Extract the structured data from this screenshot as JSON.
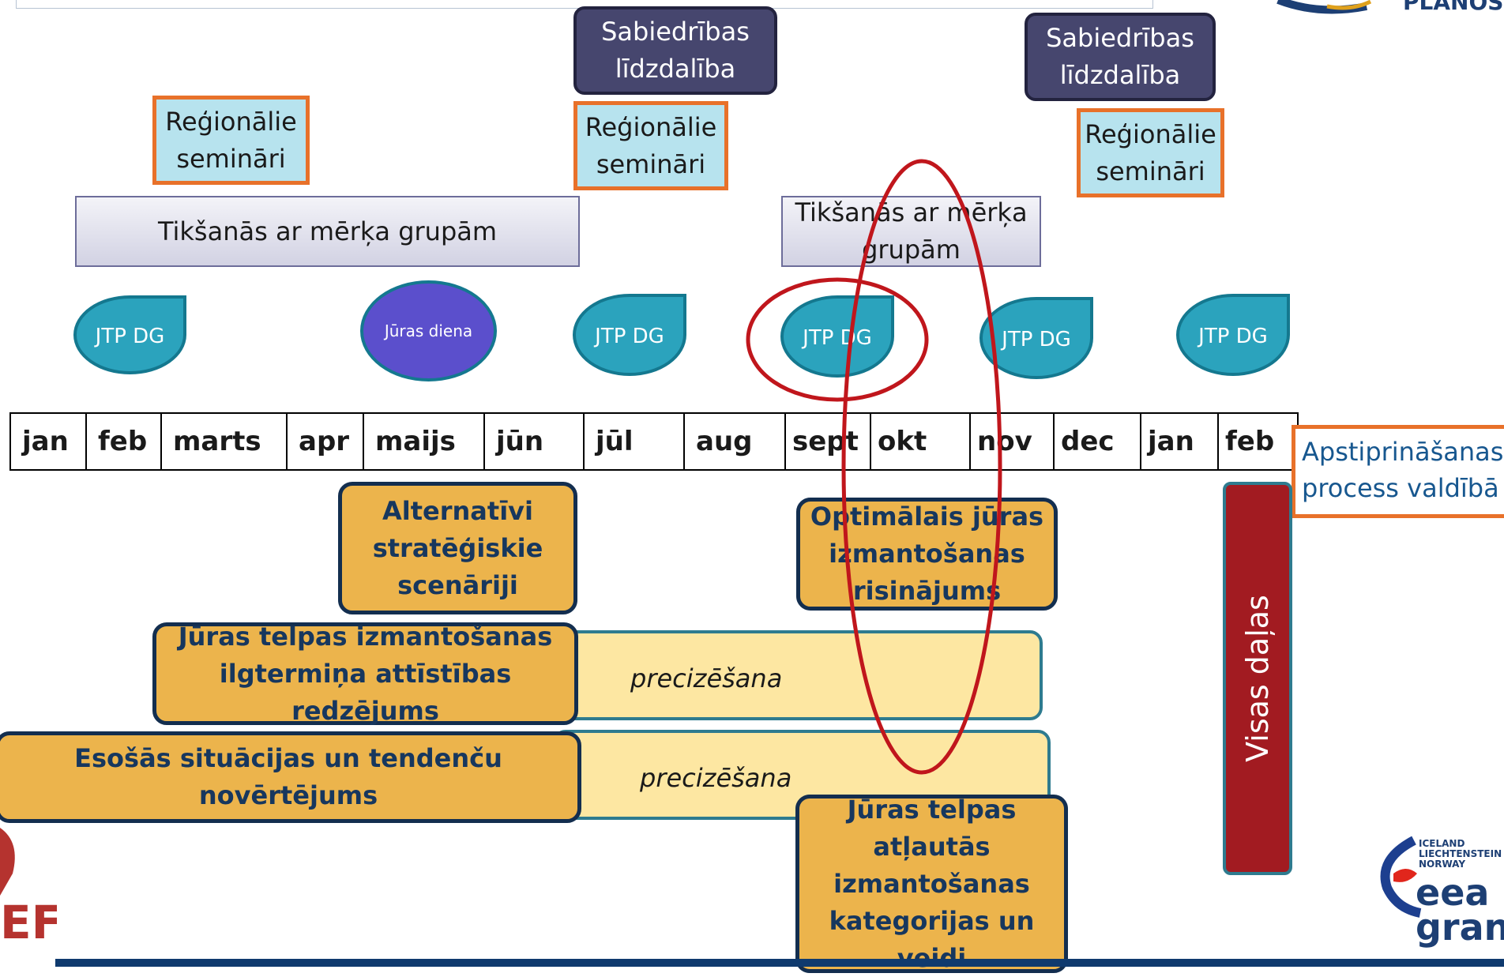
{
  "top": {
    "sabiedriba_1": "Sabiedrības līdzdalība",
    "sabiedriba_2": "Sabiedrības līdzdalība",
    "regionalie_1": "Reģionālie semināri",
    "regionalie_2": "Reģionālie semināri",
    "regionalie_3": "Reģionālie semināri",
    "tiksanas_1": "Tikšanās ar mērķa grupām",
    "tiksanas_2": "Tikšanās ar mērķa grupām",
    "corner_logo_text": "PLĀNOŠ"
  },
  "drops": [
    "JTP DG",
    "JTP DG",
    "JTP DG",
    "JTP DG",
    "JTP DG"
  ],
  "juras_diena": "Jūras diena",
  "months": [
    "jan",
    "feb",
    "marts",
    "apr",
    "maijs",
    "jūn",
    "jūl",
    "aug",
    "sept",
    "okt",
    "nov",
    "dec",
    "jan",
    "feb"
  ],
  "approval": "Apstiprināšanas process valdībā",
  "tasks": {
    "alternativi": "Alternatīvi stratēģiskie scenāriji",
    "optimalais": "Optimālais jūras izmantošanas risinājums",
    "juras_telpas_redzejums": "Jūras telpas izmantošanas ilgtermiņa attīstības redzējums",
    "precizesana_1": "precizēšana",
    "esosas": "Esošās situācijas un tendenču novērtējums",
    "precizesana_2": "precizēšana",
    "atlautas": "Jūras telpas atļautās izmantošanas kategorijas un veidi"
  },
  "visas_dalas": "Visas daļas",
  "logos": {
    "eea_small": "ICELAND LIECHTENSTEIN NORWAY",
    "eea_big": "eea gran"
  },
  "colors": {
    "dark_box": "#46466e",
    "seminar_fill": "#b7e3ee",
    "seminar_border": "#e8712a",
    "drop_fill": "#2ba3bd",
    "task_fill": "#ecb44c",
    "task_border": "#132e4f",
    "pale_fill": "#fde7a2",
    "visas_fill": "#a21b21",
    "red_ellipse": "#c0161c"
  }
}
